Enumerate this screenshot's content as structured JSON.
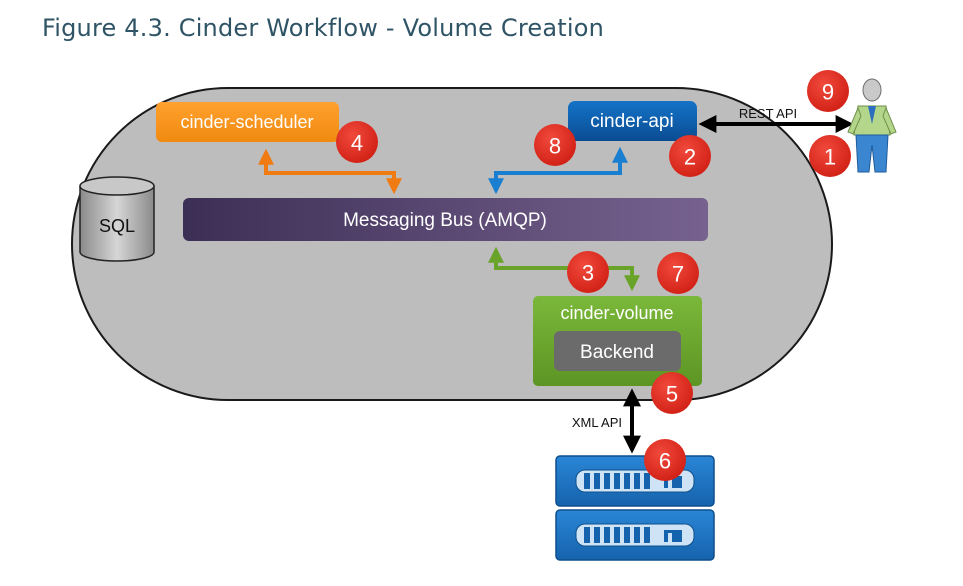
{
  "figure": {
    "title": "Figure 4.3. Cinder Workflow - Volume Creation"
  },
  "components": {
    "scheduler": "cinder-scheduler",
    "api": "cinder-api",
    "bus": "Messaging Bus (AMQP)",
    "volume": "cinder-volume",
    "backend": "Backend",
    "database": "SQL"
  },
  "connections": {
    "rest_api": "REST API",
    "xml_api": "XML API"
  },
  "steps": [
    "1",
    "2",
    "3",
    "4",
    "5",
    "6",
    "7",
    "8",
    "9"
  ],
  "colors": {
    "scheduler": "#f7941d",
    "api": "#0d5aa7",
    "bus": "#4a3a6a",
    "volume": "#6aa329",
    "backend": "#6b6b6b",
    "badge": "#e2231a",
    "flow_blue": "#1a7fd0",
    "flow_orange": "#f07b12",
    "flow_green": "#6aa329"
  }
}
